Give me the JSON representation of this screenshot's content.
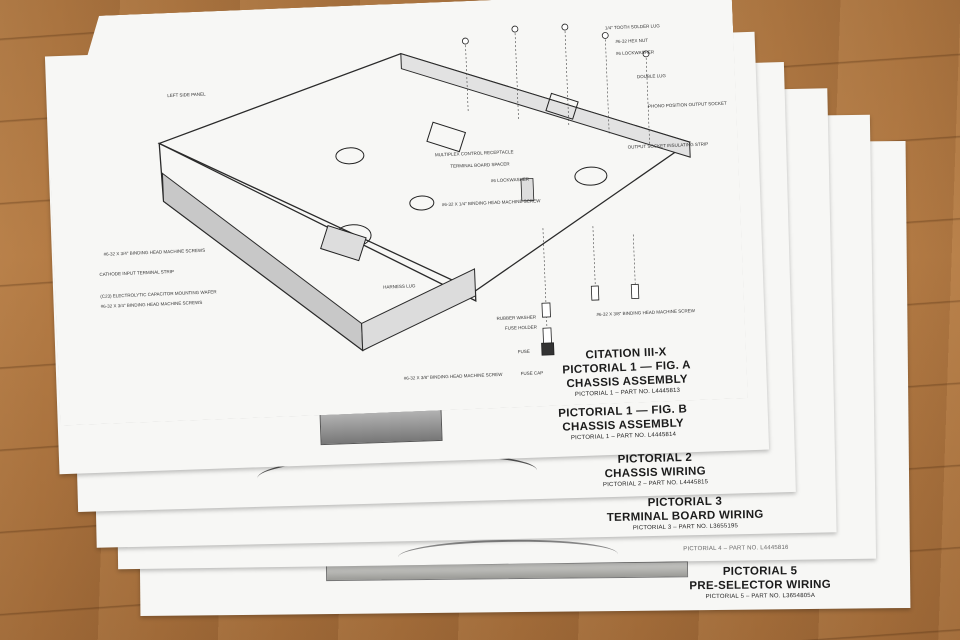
{
  "scene": {
    "description_colors": {
      "floor": "#a9733f",
      "paper": "#f7f7f5",
      "ink": "#1c1c1c"
    }
  },
  "sheets": [
    {
      "title_lines": [
        "PICTORIAL 5",
        "PRE-SELECTOR WIRING"
      ],
      "part": "PICTORIAL 5 – PART NO. L3654805A"
    },
    {
      "title_lines": [],
      "part": "PICTORIAL 4 – PART NO. L4445816"
    },
    {
      "title_lines": [
        "PICTORIAL 3",
        "TERMINAL BOARD WIRING"
      ],
      "part": "PICTORIAL 3 – PART NO. L3655195"
    },
    {
      "title_lines": [
        "PICTORIAL 2",
        "CHASSIS WIRING"
      ],
      "part": "PICTORIAL 2 – PART NO. L4445815"
    },
    {
      "title_lines": [
        "PICTORIAL 1 — FIG. B",
        "CHASSIS ASSEMBLY"
      ],
      "part": "PICTORIAL 1 – PART NO. L4445814"
    },
    {
      "title_lines": [
        "CITATION III-X",
        "PICTORIAL 1 — FIG. A",
        "CHASSIS ASSEMBLY"
      ],
      "part": "PICTORIAL 1 – PART NO. L4445813"
    }
  ],
  "callouts": [
    "LEFT SIDE PANEL",
    "TERMINAL BOARD SPACER",
    "#6 LOCKWASHER",
    "#6-32 X 1/4\" BINDING HEAD MACHINE SCREW",
    "HARNESS LUG",
    "RUBBER WASHER",
    "FUSE HOLDER",
    "FUSE",
    "FUSE CAP",
    "#6-32 X 3/8\" BINDING HEAD MACHINE SCREW",
    "#6-32 X 3/4\" BINDING HEAD MACHINE SCREWS",
    "CATHODE INPUT TERMINAL STRIP",
    "(C23) ELECTROLYTIC CAPACITOR MOUNTING WAFER",
    "#6-32 X 3/4\" BINDING HEAD MACHINE SCREWS",
    "MULTIPLEX CONTROL RECEPTACLE",
    "PHONO POSITION OUTPUT SOCKET",
    "OUTPUT SOCKET INSULATING STRIP",
    "1/4\" TOOTH SOLDER LUG",
    "#6-32 HEX NUT",
    "#6 LOCKWASHER",
    "DOUBLE LUG",
    "#6-32 X 3/8\" BINDING HEAD MACHINE SCREW"
  ]
}
